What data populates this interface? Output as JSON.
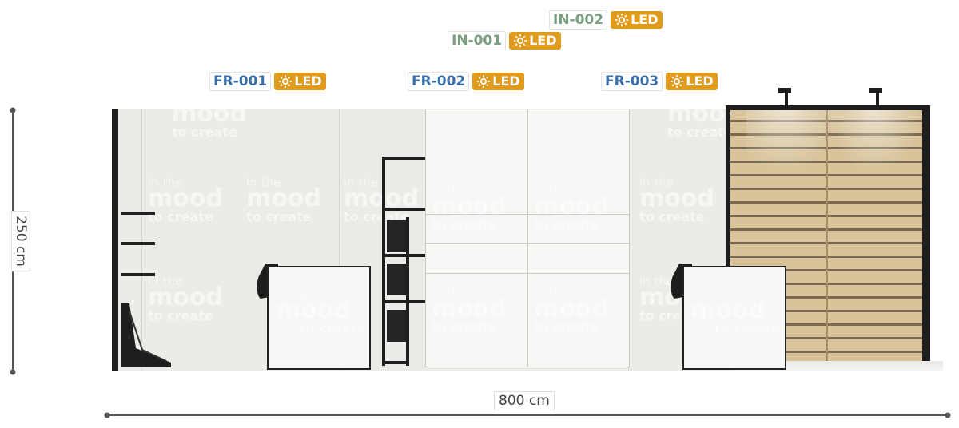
{
  "labels": {
    "in002": {
      "code": "IN-002",
      "led": "LED"
    },
    "in001": {
      "code": "IN-001",
      "led": "LED"
    },
    "fr001": {
      "code": "FR-001",
      "led": "LED"
    },
    "fr002": {
      "code": "FR-002",
      "led": "LED"
    },
    "fr003": {
      "code": "FR-003",
      "led": "LED"
    }
  },
  "dimensions": {
    "height": "250 cm",
    "width": "800 cm"
  },
  "watermark": {
    "top": "in the",
    "brand": "mood",
    "sub": "to create"
  },
  "colors": {
    "fr_code": "#3a6ea8",
    "in_code": "#7a9f80",
    "led_badge": "#e09a1c",
    "wall": "#ecebe7",
    "slat_wood": "#d8c39a"
  }
}
